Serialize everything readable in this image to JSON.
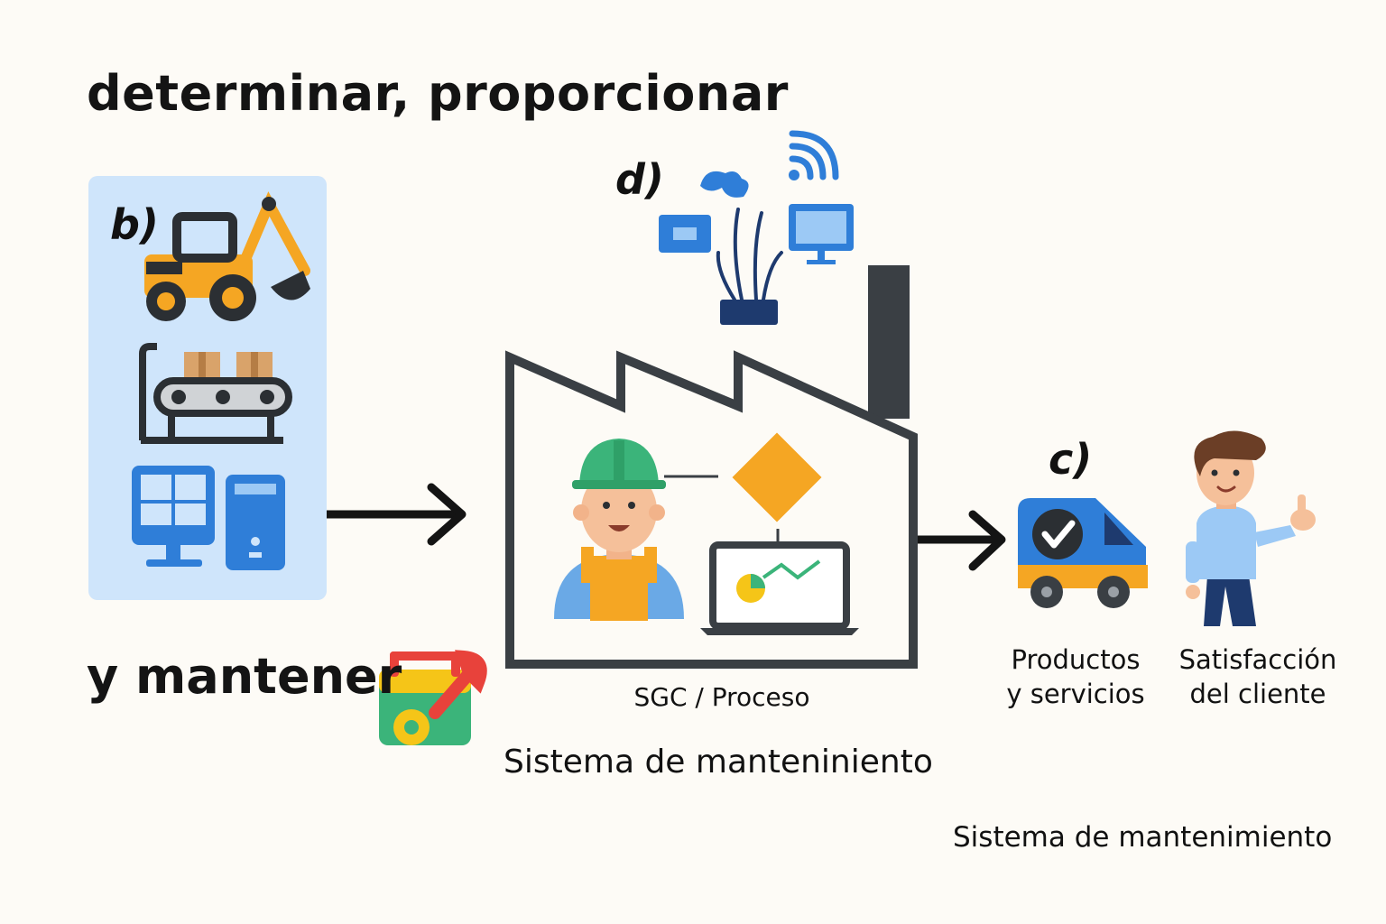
{
  "title": "determinar, proporcionar",
  "subtitle_left": "y mantener",
  "labels": {
    "b": "b)",
    "c": "c)",
    "d": "d)"
  },
  "process_label": "SGC / Proceso",
  "system_label": "Sistema de manteniniento",
  "outputs": {
    "products_line1": "Productos",
    "products_line2": "y servicios",
    "satisfaction_line1": "Satisfacción",
    "satisfaction_line2": "del cliente"
  },
  "footer": "Sistema de mantenimiento",
  "icons": {
    "resources": [
      "excavator-icon",
      "conveyor-belt-icon",
      "computer-icon"
    ],
    "environment": [
      "wifi-icon",
      "router-icon",
      "monitor-icon",
      "cloud-icon",
      "tablet-icon"
    ],
    "process": [
      "factory-icon",
      "worker-icon",
      "decision-diamond-icon",
      "laptop-chart-icon",
      "maintenance-calendar-icon"
    ],
    "outputs": [
      "delivery-van-icon",
      "satisfied-customer-icon"
    ]
  },
  "colors": {
    "background": "#fdfbf6",
    "panel": "#cfe5fb",
    "accent_orange": "#f5a623",
    "accent_blue": "#2f7ed8",
    "accent_green": "#3bb47a",
    "outline": "#333a40"
  }
}
